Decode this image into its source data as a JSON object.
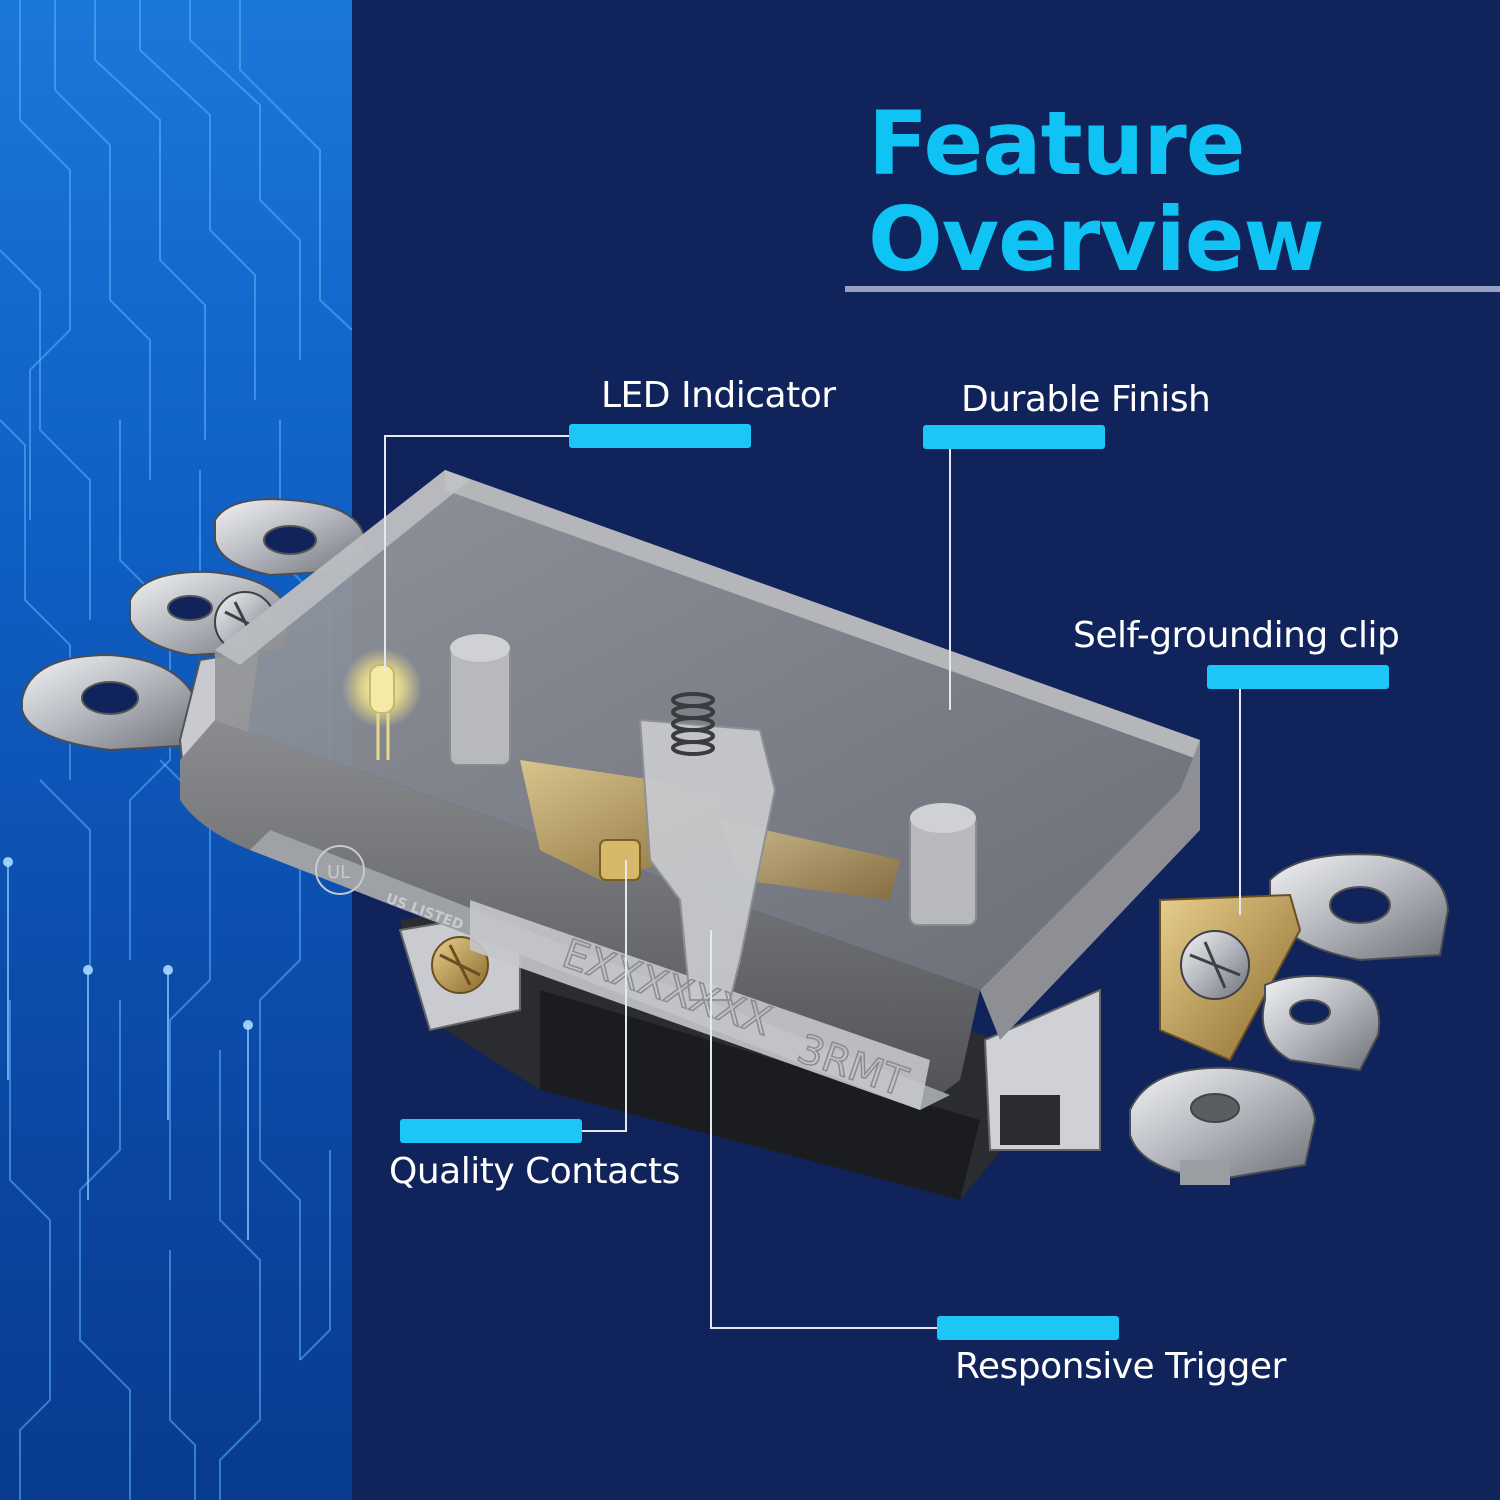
{
  "heading": {
    "line1": "Feature",
    "line2": "Overview"
  },
  "callouts": {
    "led_indicator": "LED Indicator",
    "durable_finish": "Durable Finish",
    "self_grounding_clip": "Self-grounding clip",
    "quality_contacts": "Quality Contacts",
    "responsive_trigger": "Responsive Trigger"
  },
  "product_markings": {
    "model_code": "EXXXXXXX",
    "series_code": "3RMT",
    "listing_mark": "US LISTED",
    "ul_mark": "UL"
  },
  "colors": {
    "background": "#10235a",
    "accent": "#0fc4f4",
    "callout_bar": "#1cc6f6",
    "left_panel": "#0f5fc4"
  }
}
